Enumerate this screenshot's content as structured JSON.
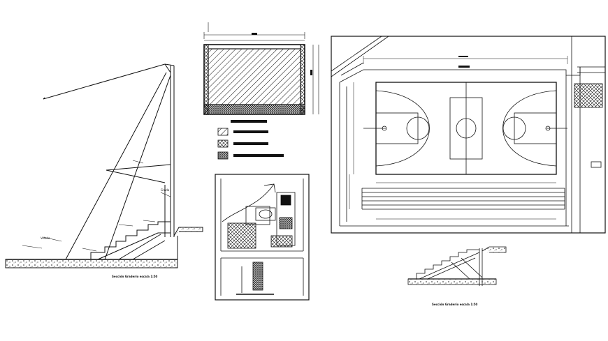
{
  "sheet": {
    "background": "#ffffff",
    "line_color": "#111111"
  },
  "section_left": {
    "label_top": "Volado",
    "label_mid": "Grada",
    "caption": "Sección Graderío escala 1:50"
  },
  "texture_legend": {
    "items": [
      {
        "swatch": "hatch-diagonal",
        "label": ""
      },
      {
        "swatch": "hatch-cross",
        "label": ""
      },
      {
        "swatch": "hatch-dense",
        "label": ""
      }
    ]
  },
  "court_plan": {
    "title_bar": "",
    "dims": {
      "overall": "",
      "court": "",
      "side": ""
    }
  },
  "section_right": {
    "caption": "Sección Graderío escala 1:50"
  }
}
